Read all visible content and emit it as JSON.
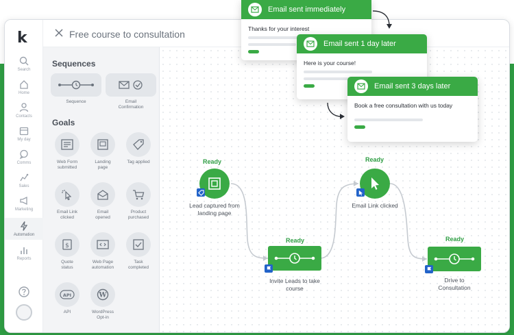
{
  "colors": {
    "brand_green": "#3aaa45",
    "band_green": "#2f9e44",
    "ready_green": "#2f9e44",
    "badge_blue": "#2263c9"
  },
  "header": {
    "title": "Free course to consultation"
  },
  "nav": {
    "items": [
      {
        "label": "Search",
        "icon": "search-icon"
      },
      {
        "label": "Home",
        "icon": "home-icon"
      },
      {
        "label": "Contacts",
        "icon": "contacts-icon"
      },
      {
        "label": "My day",
        "icon": "calendar-icon"
      },
      {
        "label": "Comms",
        "icon": "chat-icon"
      },
      {
        "label": "Sales",
        "icon": "sales-icon"
      },
      {
        "label": "Marketing",
        "icon": "megaphone-icon"
      },
      {
        "label": "Automation",
        "icon": "lightning-icon"
      },
      {
        "label": "Reports",
        "icon": "chart-icon"
      }
    ]
  },
  "panel": {
    "sequences_title": "Sequences",
    "sequences": [
      {
        "label": "Sequence",
        "icon": "sequence-icon"
      },
      {
        "label": "Email Confirmation",
        "icon": "email-confirmation-icon"
      }
    ],
    "goals_title": "Goals",
    "goals": [
      {
        "label": "Web Form submitted",
        "icon": "web-form-icon"
      },
      {
        "label": "Landing page",
        "icon": "landing-page-icon"
      },
      {
        "label": "Tag applied",
        "icon": "tag-icon"
      },
      {
        "label": "Email Link clicked",
        "icon": "cursor-click-icon"
      },
      {
        "label": "Email opened",
        "icon": "envelope-open-icon"
      },
      {
        "label": "Product purchased",
        "icon": "cart-icon"
      },
      {
        "label": "Quote status",
        "icon": "quote-icon"
      },
      {
        "label": "Web Page automation",
        "icon": "code-window-icon"
      },
      {
        "label": "Task completed",
        "icon": "checkbox-icon"
      },
      {
        "label": "API",
        "icon": "api-icon"
      },
      {
        "label": "WordPress Opt-in",
        "icon": "wordpress-icon"
      }
    ]
  },
  "flow": {
    "nodes": [
      {
        "status": "Ready",
        "label": "Lead captured from landing page",
        "icon": "landing-page-icon",
        "badge": "tag-icon"
      },
      {
        "status": "Ready",
        "label": "Invite Leads to take course",
        "icon": "sequence-icon",
        "badge": "flag-icon"
      },
      {
        "status": "Ready",
        "label": "Email Link clicked",
        "icon": "cursor-icon",
        "badge": "cursor-icon"
      },
      {
        "status": "Ready",
        "label": "Drive to Consultation",
        "icon": "sequence-icon",
        "badge": "flag-icon"
      }
    ]
  },
  "emails": [
    {
      "header": "Email sent immediately",
      "body": "Thanks for your interest"
    },
    {
      "header": "Email sent 1 day later",
      "body": "Here is your course!"
    },
    {
      "header": "Email sent 3 days later",
      "body": "Book a free consultation with us today"
    }
  ]
}
